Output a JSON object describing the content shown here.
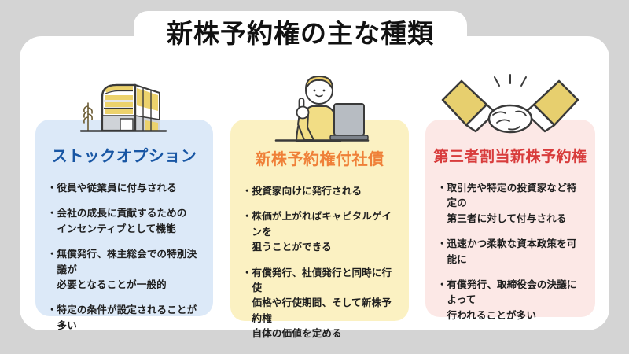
{
  "title": "新株予約権の主な種類",
  "glyphs": {
    "bullet": "・"
  },
  "theme": {
    "page_bg": "#d4d4d4",
    "panel_bg": "#ffffff",
    "text": "#1f1f1f",
    "card_blue": "#dce9f8",
    "card_yellow": "#fbf1c2",
    "card_pink": "#fce8e6",
    "heading_blue": "#1856a4",
    "heading_orange": "#ef8038",
    "heading_red": "#d83c3c",
    "icon_yellow": "#ecd26c",
    "icon_gray": "#c6cbd1",
    "outline": "#3a3a3a"
  },
  "columns": [
    {
      "id": "stock-option",
      "icon": "building-icon",
      "heading": "ストックオプション",
      "bullets": [
        "役員や従業員に付与される",
        "会社の成長に貢献するための\nインセンティブとして機能",
        "無償発行、株主総会での特別決議が\n必要となることが一般的",
        "特定の条件が設定されることが多い"
      ]
    },
    {
      "id": "bond-with-warrants",
      "icon": "person-laptop-icon",
      "heading": "新株予約権付社債",
      "bullets": [
        "投資家向けに発行される",
        "株価が上がればキャピタルゲインを\n狙うことができる",
        "有償発行、社債発行と同時に行使\n価格や行使期間、そして新株予約権\n自体の価値を定める"
      ]
    },
    {
      "id": "third-party-allotment",
      "icon": "handshake-icon",
      "heading": "第三者割当新株予約権",
      "bullets": [
        "取引先や特定の投資家など特定の\n第三者に対して付与される",
        "迅速かつ柔軟な資本政策を可能に",
        "有償発行、取締役会の決議によって\n行われることが多い"
      ]
    }
  ]
}
